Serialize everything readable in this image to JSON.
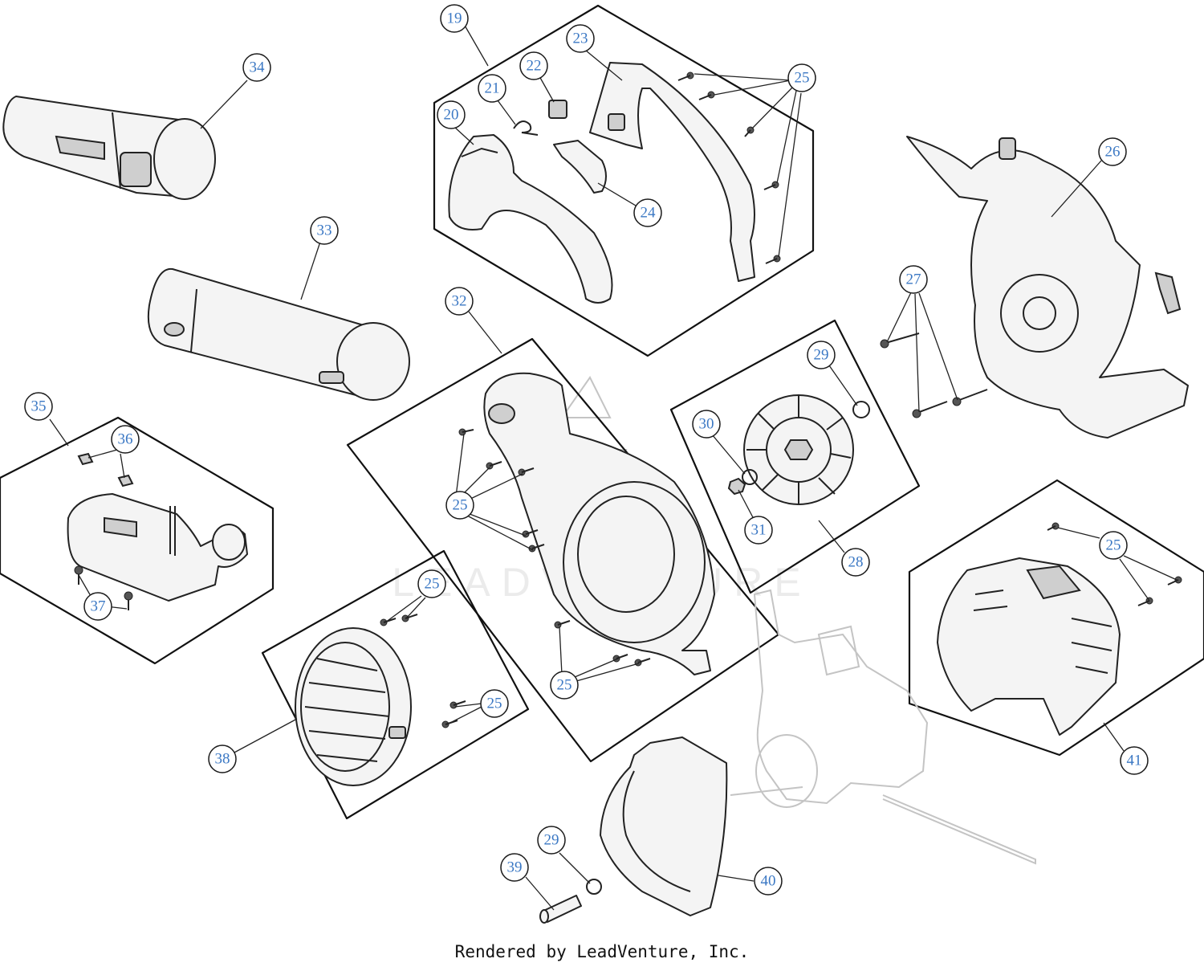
{
  "footer": "Rendered by LeadVenture, Inc.",
  "watermark": "LEADVENTURE",
  "callouts": [
    {
      "id": "c19",
      "label": "19"
    },
    {
      "id": "c20",
      "label": "20"
    },
    {
      "id": "c21",
      "label": "21"
    },
    {
      "id": "c22",
      "label": "22"
    },
    {
      "id": "c23",
      "label": "23"
    },
    {
      "id": "c24",
      "label": "24"
    },
    {
      "id": "c25a",
      "label": "25"
    },
    {
      "id": "c26",
      "label": "26"
    },
    {
      "id": "c27",
      "label": "27"
    },
    {
      "id": "c28",
      "label": "28"
    },
    {
      "id": "c29a",
      "label": "29"
    },
    {
      "id": "c30",
      "label": "30"
    },
    {
      "id": "c31",
      "label": "31"
    },
    {
      "id": "c32",
      "label": "32"
    },
    {
      "id": "c33",
      "label": "33"
    },
    {
      "id": "c34",
      "label": "34"
    },
    {
      "id": "c35",
      "label": "35"
    },
    {
      "id": "c36",
      "label": "36"
    },
    {
      "id": "c37",
      "label": "37"
    },
    {
      "id": "c25b",
      "label": "25"
    },
    {
      "id": "c25c",
      "label": "25"
    },
    {
      "id": "c25d",
      "label": "25"
    },
    {
      "id": "c25e",
      "label": "25"
    },
    {
      "id": "c25f",
      "label": "25"
    },
    {
      "id": "c38",
      "label": "38"
    },
    {
      "id": "c39",
      "label": "39"
    },
    {
      "id": "c29b",
      "label": "29"
    },
    {
      "id": "c40",
      "label": "40"
    },
    {
      "id": "c41",
      "label": "41"
    }
  ]
}
